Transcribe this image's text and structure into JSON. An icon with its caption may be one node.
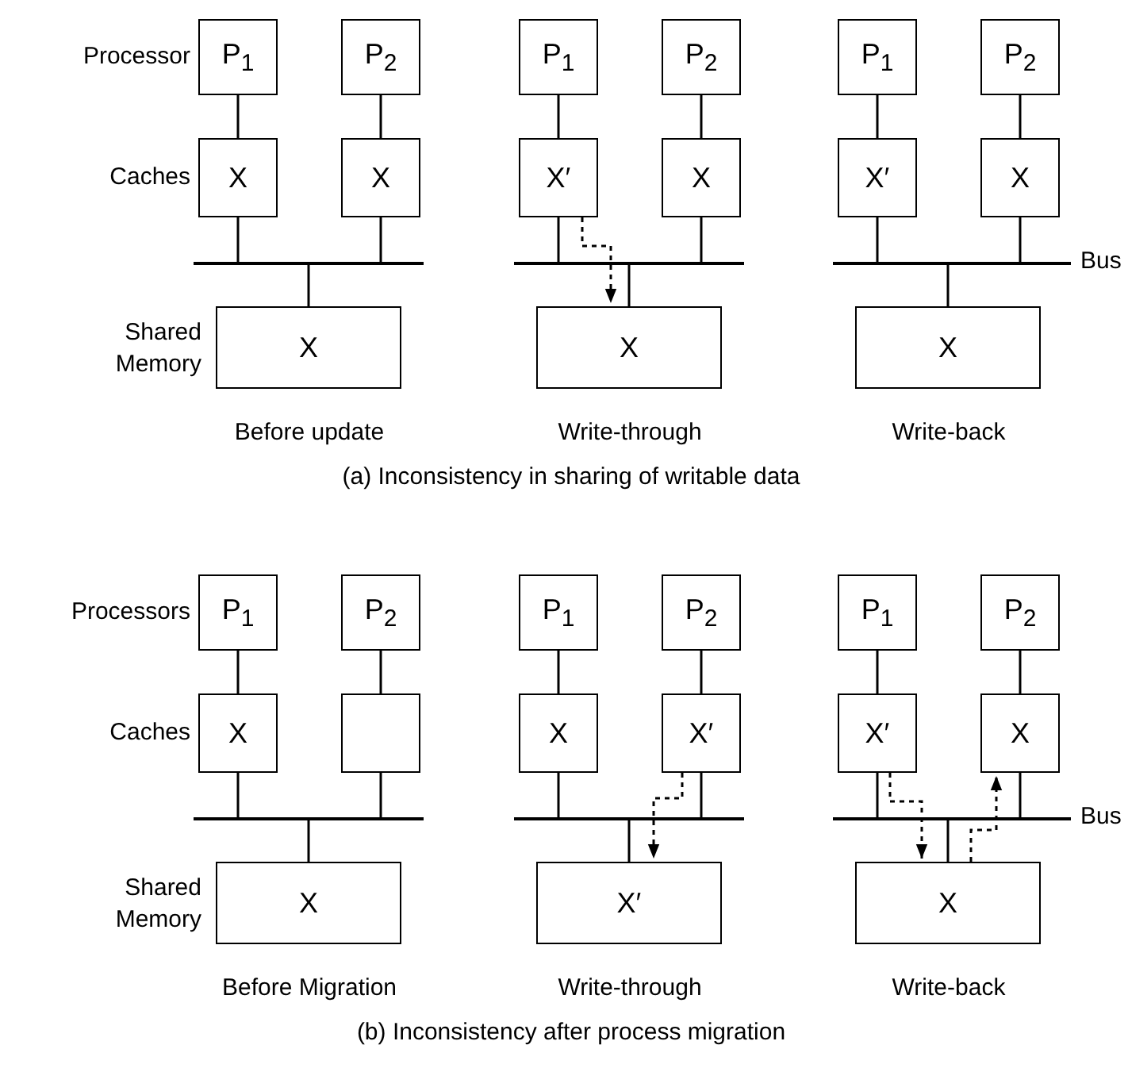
{
  "diagram": {
    "nodes": [
      {
        "text": [
          "P$_{1}$"
        ]
      },
      {
        "text": [
          "P$_{2}$"
        ]
      },
      {
        "text": [
          "X"
        ]
      },
      {
        "text": [
          "X"
        ]
      },
      {
        "text": [],
        "shape": "bar"
      },
      {
        "text": [
          "X"
        ]
      },
      {
        "text": [
          "P$_{1}$"
        ]
      },
      {
        "text": [
          "P$_{2}$"
        ]
      },
      {
        "text": [
          "X′"
        ]
      },
      {
        "text": [
          "X"
        ]
      },
      {
        "text": [],
        "shape": "bar"
      },
      {
        "text": [
          "X"
        ]
      },
      {
        "text": [
          "P$_{1}$"
        ]
      },
      {
        "text": [
          "P$_{2}$"
        ]
      },
      {
        "text": [
          "X′"
        ]
      },
      {
        "text": [
          "X"
        ]
      },
      {
        "text": [],
        "shape": "bar",
        "beside": [
          "Bus"
        ]
      },
      {
        "text": [
          "X"
        ]
      },
      {
        "text": [
          "P$_{1}$"
        ]
      },
      {
        "text": [
          "P$_{2}$"
        ]
      },
      {
        "text": [
          "X"
        ]
      },
      {
        "text": [],
        "shape": "box"
      },
      {
        "text": [],
        "shape": "bar"
      },
      {
        "text": [
          "X"
        ]
      },
      {
        "text": [
          "P$_{1}$"
        ]
      },
      {
        "text": [
          "P$_{2}$"
        ]
      },
      {
        "text": [
          "X"
        ]
      },
      {
        "text": [
          "X′"
        ]
      },
      {
        "text": [],
        "shape": "bar"
      },
      {
        "text": [
          "X′"
        ]
      },
      {
        "text": [
          "P$_{1}$"
        ]
      },
      {
        "text": [
          "P$_{2}$"
        ]
      },
      {
        "text": [
          "X′"
        ]
      },
      {
        "text": [
          "X"
        ]
      },
      {
        "text": [],
        "shape": "bar",
        "beside": [
          "Bus"
        ]
      },
      {
        "text": [
          "X"
        ]
      }
    ],
    "edges": [
      {
        "from": 0,
        "to": 2,
        "arrow": "none"
      },
      {
        "from": 1,
        "to": 3,
        "arrow": "none"
      },
      {
        "from": 2,
        "to": 4,
        "arrow": "none"
      },
      {
        "from": 3,
        "to": 4,
        "arrow": "none"
      },
      {
        "from": 4,
        "to": 5,
        "arrow": "none"
      },
      {
        "from": 6,
        "to": 8,
        "arrow": "none"
      },
      {
        "from": 7,
        "to": 9,
        "arrow": "none"
      },
      {
        "from": 8,
        "to": 10,
        "arrow": "none"
      },
      {
        "from": 9,
        "to": 10,
        "arrow": "none"
      },
      {
        "from": 10,
        "to": 11,
        "arrow": "none"
      },
      {
        "from": 8,
        "to": 11,
        "arrow": "to",
        "style": "dashed"
      },
      {
        "from": 12,
        "to": 14,
        "arrow": "none"
      },
      {
        "from": 13,
        "to": 15,
        "arrow": "none"
      },
      {
        "from": 14,
        "to": 16,
        "arrow": "none"
      },
      {
        "from": 15,
        "to": 16,
        "arrow": "none"
      },
      {
        "from": 16,
        "to": 17,
        "arrow": "none"
      },
      {
        "from": 18,
        "to": 20,
        "arrow": "none"
      },
      {
        "from": 19,
        "to": 21,
        "arrow": "none"
      },
      {
        "from": 20,
        "to": 22,
        "arrow": "none"
      },
      {
        "from": 21,
        "to": 22,
        "arrow": "none"
      },
      {
        "from": 22,
        "to": 23,
        "arrow": "none"
      },
      {
        "from": 24,
        "to": 26,
        "arrow": "none"
      },
      {
        "from": 25,
        "to": 27,
        "arrow": "none"
      },
      {
        "from": 26,
        "to": 28,
        "arrow": "none"
      },
      {
        "from": 27,
        "to": 28,
        "arrow": "none"
      },
      {
        "from": 28,
        "to": 29,
        "arrow": "none"
      },
      {
        "from": 27,
        "to": 29,
        "arrow": "to",
        "style": "dashed"
      },
      {
        "from": 30,
        "to": 32,
        "arrow": "none"
      },
      {
        "from": 31,
        "to": 33,
        "arrow": "none"
      },
      {
        "from": 32,
        "to": 34,
        "arrow": "none"
      },
      {
        "from": 33,
        "to": 34,
        "arrow": "none"
      },
      {
        "from": 34,
        "to": 35,
        "arrow": "none"
      },
      {
        "from": 32,
        "to": 35,
        "arrow": "to",
        "style": "dashed"
      },
      {
        "from": 35,
        "to": 33,
        "arrow": "to",
        "style": "dashed"
      }
    ],
    "labels": [
      "Processor",
      "Caches",
      "Shared Memory",
      "Before update",
      "Write-through",
      "Write-back",
      "(a) Inconsistency in sharing of writable data",
      "Processors",
      "Caches",
      "Shared Memory",
      "Before Migration",
      "Write-through",
      "Write-back",
      "(b) Inconsistency after process migration"
    ]
  }
}
